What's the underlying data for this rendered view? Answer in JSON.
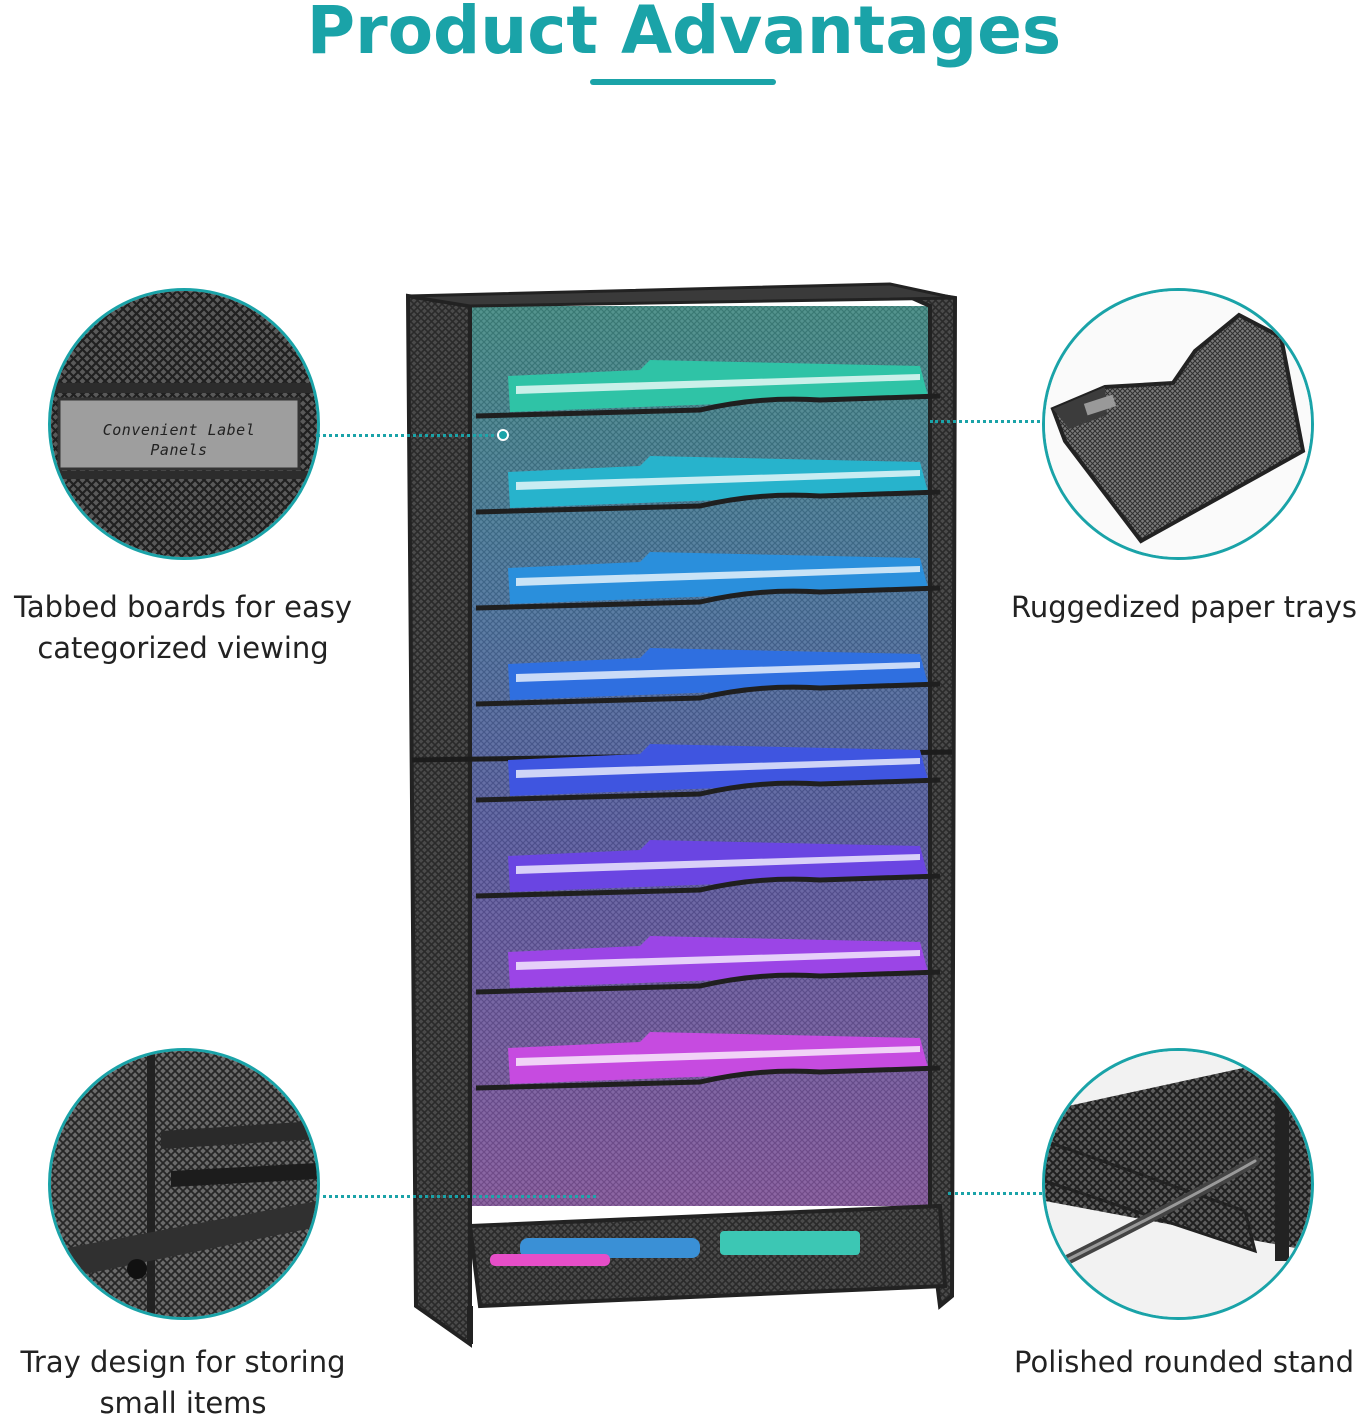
{
  "header": {
    "title": "Product Advantages",
    "accent_color": "#1aa3a8"
  },
  "features": [
    {
      "label_line1": "Tabbed boards for easy",
      "label_line2": "categorized viewing",
      "icon": "label-panel-closeup"
    },
    {
      "label_line1": "Ruggedized paper trays",
      "label_line2": "",
      "icon": "mesh-tray-closeup"
    },
    {
      "label_line1": "Tray design for storing",
      "label_line2": "small items",
      "icon": "bottom-tray-closeup"
    },
    {
      "label_line1": "Polished rounded stand",
      "label_line2": "",
      "icon": "rounded-stand-closeup"
    }
  ],
  "label_panel_text": "Convenient Label Panels",
  "tray_colors": [
    "#2fc3a6",
    "#27b3cc",
    "#2a8fdc",
    "#2f6fe0",
    "#3f55e0",
    "#6a45e2",
    "#9b45e6",
    "#c64be0"
  ]
}
